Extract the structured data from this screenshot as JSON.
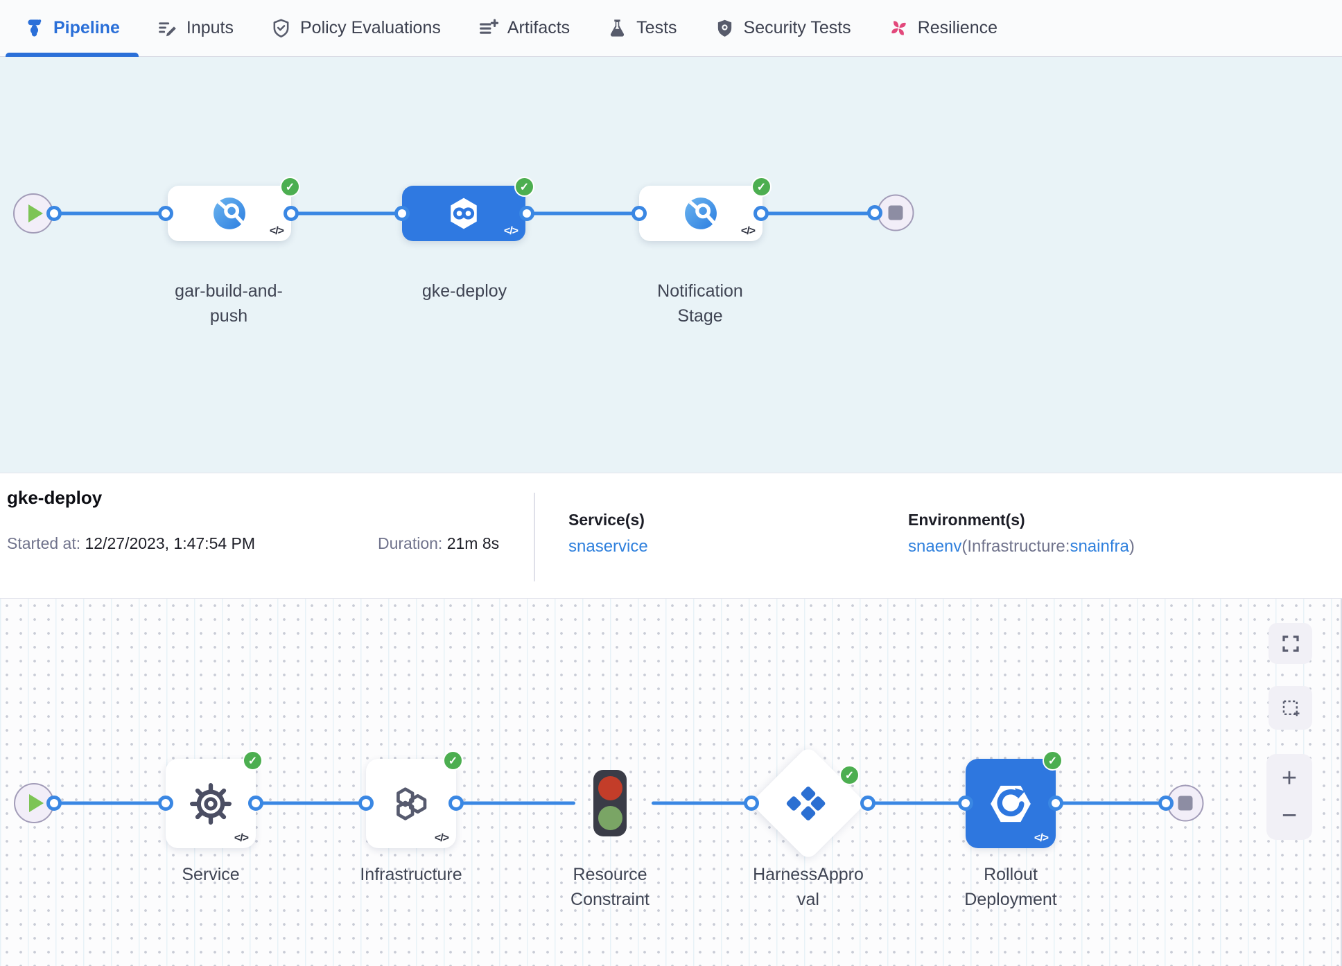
{
  "tabs": [
    {
      "label": "Pipeline",
      "icon": "pipeline-icon",
      "active": true
    },
    {
      "label": "Inputs",
      "icon": "inputs-icon",
      "active": false
    },
    {
      "label": "Policy Evaluations",
      "icon": "policy-shield-icon",
      "active": false
    },
    {
      "label": "Artifacts",
      "icon": "artifacts-icon",
      "active": false
    },
    {
      "label": "Tests",
      "icon": "tests-flask-icon",
      "active": false
    },
    {
      "label": "Security Tests",
      "icon": "security-shield-icon",
      "active": false
    },
    {
      "label": "Resilience",
      "icon": "resilience-icon",
      "active": false
    }
  ],
  "stage_pipeline": {
    "stages": [
      {
        "label": "gar-build-and-push",
        "type": "build",
        "status": "success",
        "selected": false
      },
      {
        "label": "gke-deploy",
        "type": "deploy",
        "status": "success",
        "selected": true
      },
      {
        "label": "Notification Stage",
        "type": "custom",
        "status": "success",
        "selected": false
      }
    ]
  },
  "summary": {
    "title": "gke-deploy",
    "started_label": "Started at:",
    "started_value": "12/27/2023, 1:47:54 PM",
    "duration_label": "Duration:",
    "duration_value": "21m 8s",
    "services_label": "Service(s)",
    "service_name": "snaservice",
    "environments_label": "Environment(s)",
    "environment_name": "snaenv",
    "infrastructure_prefix": "(Infrastructure:",
    "infrastructure_name": "snainfra",
    "infrastructure_suffix": ")"
  },
  "execution": {
    "steps": [
      {
        "label": "Service",
        "icon": "service-gear-icon",
        "status": "success"
      },
      {
        "label": "Infrastructure",
        "icon": "infrastructure-hexagons-icon",
        "status": "success"
      },
      {
        "label": "Resource Constraint",
        "icon": "traffic-light-icon",
        "status": "none"
      },
      {
        "label": "HarnessApproval",
        "icon": "approval-diamond-icon",
        "status": "success"
      },
      {
        "label": "Rollout Deployment",
        "icon": "rollout-deployment-icon",
        "status": "success"
      }
    ]
  },
  "glyphs": {
    "code": "</>",
    "check": "✓",
    "zoom_in": "+",
    "zoom_out": "−"
  },
  "colors": {
    "accent_blue": "#2a6fd8",
    "wire_blue": "#3a87e3",
    "success_green": "#4cae50",
    "link_blue": "#2f80dd",
    "resilience_pink": "#e2487b",
    "selected_stage": "#2f79e1",
    "stage_canvas_bg": "#e9f3f7"
  }
}
